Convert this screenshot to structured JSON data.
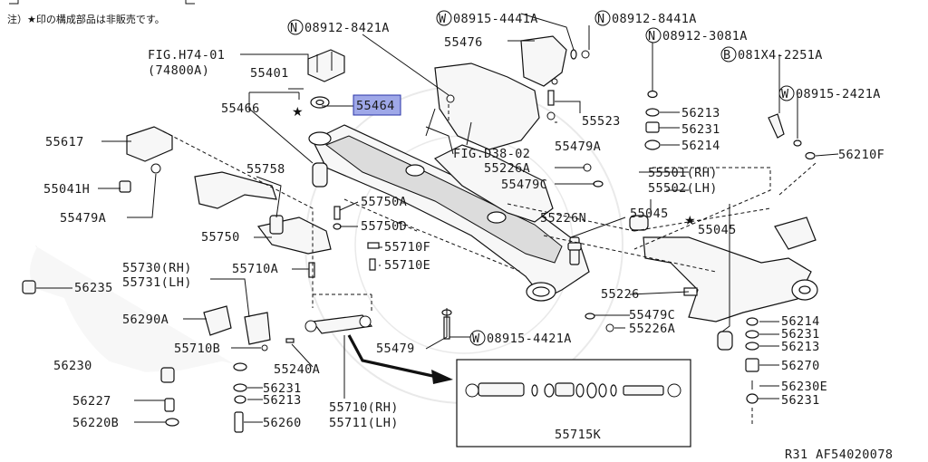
{
  "page": {
    "note": "注）★印の構成部品は非販売です。",
    "footer_code": "R31  AF54020078",
    "colors": {
      "ink": "#111111",
      "highlight": "#9fa8e8",
      "highlight_border": "#2a35a8"
    }
  },
  "callouts": {
    "c08912_8421A": "08912-8421A",
    "c08915_4441A": "08915-4441A",
    "c08912_8441A": "08912-8441A",
    "c08912_3081A": "08912-3081A",
    "c081X4_2251A": "081X4-2251A",
    "c08915_2421A": "08915-2421A",
    "c08915_4421A": "08915-4421A",
    "prefix_N": "N",
    "prefix_W": "W",
    "prefix_B": "B"
  },
  "labels": {
    "figH74": "FIG.H74-01",
    "figH74_sub": "(74800A)",
    "p55476": "55476",
    "p55401": "55401",
    "p55466": "55466",
    "p55464": "55464",
    "p55523": "55523",
    "p56213a": "56213",
    "p56231a": "56231",
    "p56214a": "56214",
    "p56210F": "56210F",
    "p55617": "55617",
    "p55041H": "55041H",
    "p55479A_left": "55479A",
    "p55479A_mid": "55479A",
    "figD38": "FIG.D38-02",
    "p55226A_top": "55226A",
    "p55479C_top": "55479C",
    "p55501": "55501(RH)",
    "p55502": "55502(LH)",
    "p55758": "55758",
    "p55750A": "55750A",
    "p55750D": "55750D",
    "p55750": "55750",
    "p55710F": "55710F",
    "p55710E": "55710E",
    "p55710A": "55710A",
    "p55226N": "55226N",
    "p55045a": "55045",
    "p55045b": "55045",
    "p56235": "56235",
    "p55730": "55730(RH)",
    "p55731": "55731(LH)",
    "p55226": "55226",
    "p55479C_bot": "55479C",
    "p55226A_bot": "55226A",
    "p56290A": "56290A",
    "p55479": "55479",
    "p55710B": "55710B",
    "p56214b": "56214",
    "p56231b": "56231",
    "p56213b": "56213",
    "p56270": "56270",
    "p56230": "56230",
    "p55240A": "55240A",
    "p56231c": "56231",
    "p56213c": "56213",
    "p56230E": "56230E",
    "p56231d": "56231",
    "p56227": "56227",
    "p56220B": "56220B",
    "p56260": "56260",
    "p55710RH": "55710(RH)",
    "p55711LH": "55711(LH)",
    "p55715K": "55715K"
  }
}
